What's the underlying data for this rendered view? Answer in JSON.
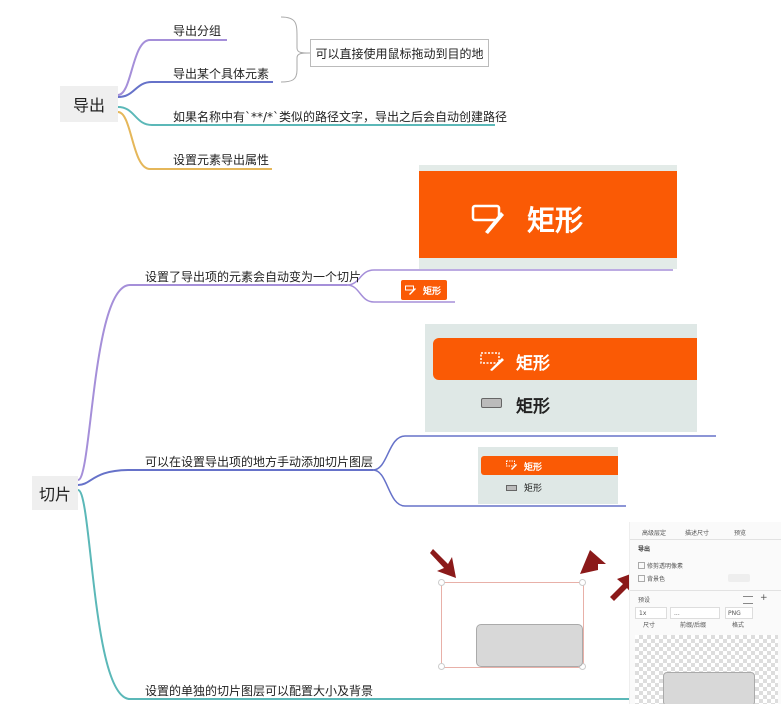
{
  "export": {
    "title": "导出",
    "children": [
      {
        "label": "导出分组"
      },
      {
        "label": "导出某个具体元素"
      },
      {
        "label": "如果名称中有`**/*`类似的路径文字，导出之后会自动创建路径"
      },
      {
        "label": "设置元素导出属性"
      }
    ],
    "note": "可以直接使用鼠标拖动到目的地"
  },
  "slice": {
    "title": "切片",
    "children": [
      {
        "label": "设置了导出项的元素会自动变为一个切片"
      },
      {
        "label": "可以在设置导出项的地方手动添加切片图层"
      },
      {
        "label": "设置的单独的切片图层可以配置大小及背景"
      }
    ]
  },
  "screenshots": {
    "rect_label": "矩形",
    "panel": {
      "tabs": [
        "高级层定",
        "描述尺寸",
        "预览"
      ],
      "section": "导出",
      "checkbox1": "修剪透明像素",
      "checkbox2": "背景色",
      "preset": "预设",
      "scale": "1x",
      "suffix": "...",
      "format": "PNG",
      "col1": "尺寸",
      "col2": "前缀/后缀",
      "col3": "格式"
    }
  },
  "colors": {
    "purple": "#a58fd9",
    "blue": "#6672c9",
    "teal": "#5bb8b8",
    "yellow": "#e5b75a",
    "orange": "#fa5a05",
    "arrow": "#8b1a1a"
  }
}
